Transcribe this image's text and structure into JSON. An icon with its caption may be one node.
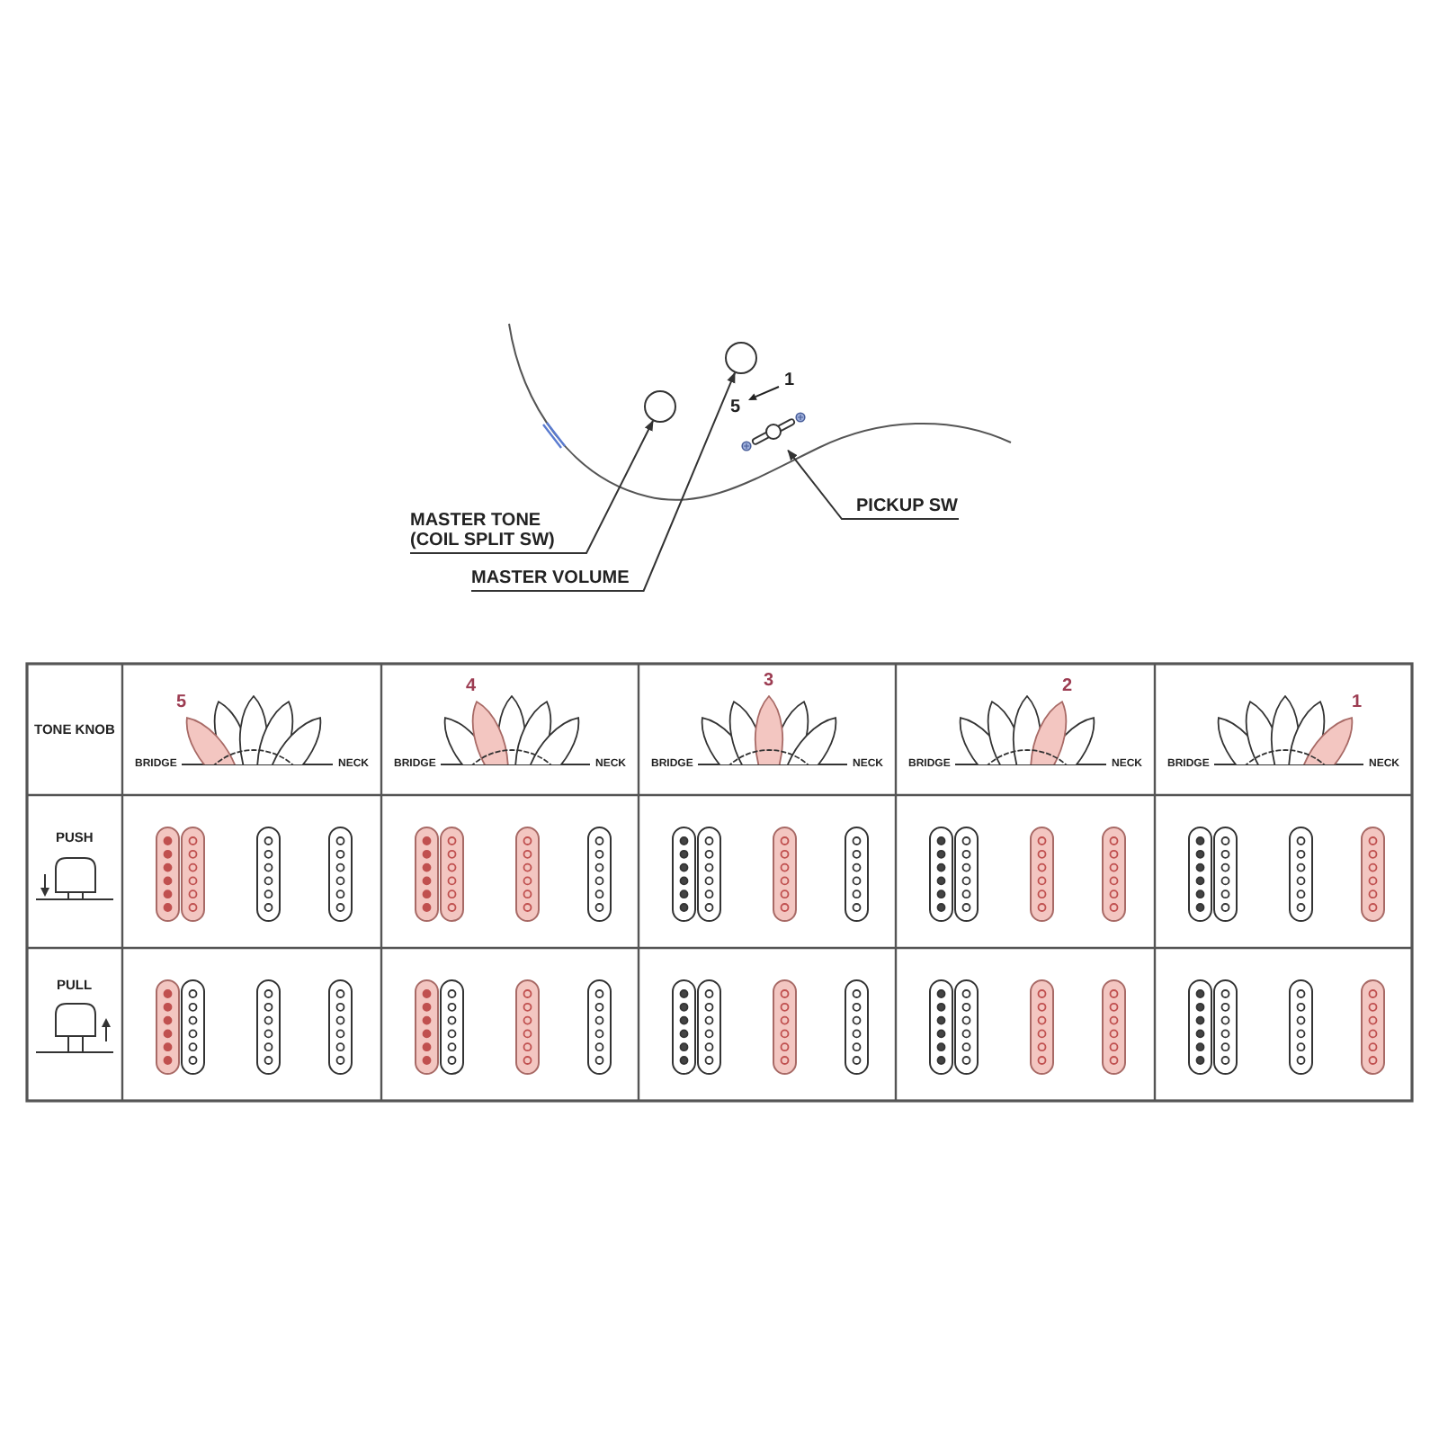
{
  "diagram": {
    "nodes": [
      {
        "text": [],
        "shape": "circle"
      },
      {
        "text": [],
        "shape": "circle"
      },
      {
        "text": [],
        "shape": "picture"
      },
      {
        "text": [
          "MASTER TONE (COIL SPLIT SW)"
        ]
      },
      {
        "text": [
          "MASTER VOLUME"
        ]
      },
      {
        "text": [
          "PICKUP SW"
        ]
      }
    ],
    "edges": [
      {
        "from": 3,
        "to": 0,
        "arrow": "to"
      },
      {
        "from": 4,
        "to": 1,
        "arrow": "to"
      },
      {
        "from": 5,
        "to": 2,
        "arrow": "to"
      }
    ],
    "labels": [
      "5",
      "1",
      "TONE KNOB",
      "5",
      "BRIDGE",
      "NECK",
      "4",
      "BRIDGE",
      "NECK",
      "3",
      "BRIDGE",
      "NECK",
      "2",
      "BRIDGE",
      "NECK",
      "1",
      "BRIDGE",
      "NECK",
      "PUSH",
      "PULL"
    ]
  }
}
